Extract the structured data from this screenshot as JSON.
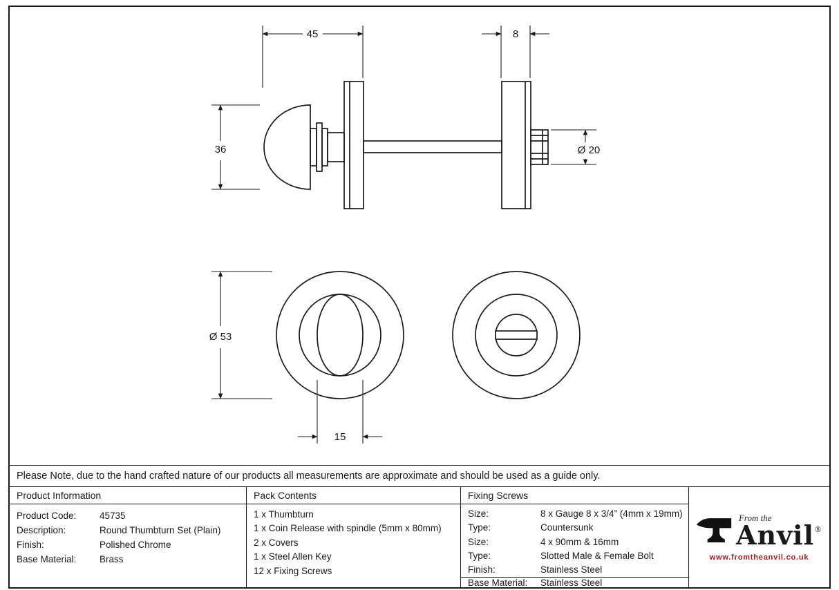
{
  "note": "Please Note, due to the hand crafted nature of our products all measurements are approximate and should be used as a guide only.",
  "drawing": {
    "dim_overall_depth": "45",
    "dim_rose_thickness": "8",
    "dim_knob_height": "36",
    "dim_turn_diameter": "Ø 20",
    "dim_rose_diameter": "Ø 53",
    "dim_thumbturn_width": "15"
  },
  "table": {
    "product_information": {
      "header": "Product Information",
      "rows": [
        {
          "label": "Product Code:",
          "value": "45735"
        },
        {
          "label": "Description:",
          "value": "Round Thumbturn Set (Plain)"
        },
        {
          "label": "Finish:",
          "value": "Polished Chrome"
        },
        {
          "label": "Base Material:",
          "value": "Brass"
        }
      ]
    },
    "pack_contents": {
      "header": "Pack Contents",
      "items": [
        "1 x Thumbturn",
        "1 x Coin Release with spindle (5mm x 80mm)",
        "2 x Covers",
        "1 x Steel Allen Key",
        "12 x Fixing Screws"
      ]
    },
    "fixing_screws": {
      "header": "Fixing Screws",
      "rows": [
        {
          "label": "Size:",
          "value": "8 x Gauge 8 x 3/4” (4mm x 19mm)"
        },
        {
          "label": "Type:",
          "value": "Countersunk"
        },
        {
          "label": "Size:",
          "value": "4 x 90mm & 16mm"
        },
        {
          "label": "Type:",
          "value": "Slotted Male & Female Bolt"
        },
        {
          "label": "Finish:",
          "value": "Stainless Steel"
        },
        {
          "label": "Base Material:",
          "value": "Stainless Steel"
        }
      ]
    }
  },
  "logo": {
    "tagline": "From the",
    "name": "Anvil",
    "registered": "®",
    "url": "www.fromtheanvil.co.uk",
    "brand_red": "#9e1b1e",
    "ink_color": "#1a1a1a"
  }
}
